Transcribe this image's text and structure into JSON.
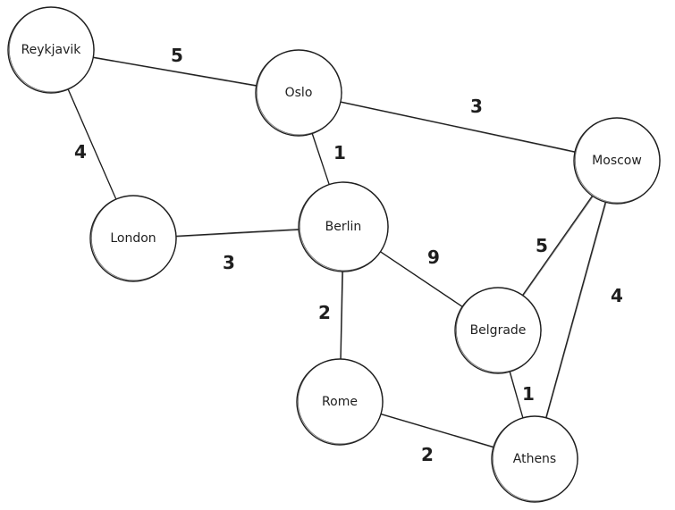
{
  "graph": {
    "stroke_color": "#1e1e1e",
    "background": "#ffffff",
    "nodes": [
      {
        "id": "reykjavik",
        "label": "Reykjavik"
      },
      {
        "id": "oslo",
        "label": "Oslo"
      },
      {
        "id": "moscow",
        "label": "Moscow"
      },
      {
        "id": "london",
        "label": "London"
      },
      {
        "id": "berlin",
        "label": "Berlin"
      },
      {
        "id": "belgrade",
        "label": "Belgrade"
      },
      {
        "id": "rome",
        "label": "Rome"
      },
      {
        "id": "athens",
        "label": "Athens"
      }
    ],
    "edges": [
      {
        "from": "reykjavik",
        "to": "oslo",
        "weight": "5"
      },
      {
        "from": "reykjavik",
        "to": "london",
        "weight": "4"
      },
      {
        "from": "oslo",
        "to": "moscow",
        "weight": "3"
      },
      {
        "from": "oslo",
        "to": "berlin",
        "weight": "1"
      },
      {
        "from": "london",
        "to": "berlin",
        "weight": "3"
      },
      {
        "from": "berlin",
        "to": "belgrade",
        "weight": "9"
      },
      {
        "from": "berlin",
        "to": "rome",
        "weight": "2"
      },
      {
        "from": "moscow",
        "to": "belgrade",
        "weight": "5"
      },
      {
        "from": "moscow",
        "to": "athens",
        "weight": "4"
      },
      {
        "from": "belgrade",
        "to": "athens",
        "weight": "1"
      },
      {
        "from": "rome",
        "to": "athens",
        "weight": "2"
      }
    ]
  }
}
